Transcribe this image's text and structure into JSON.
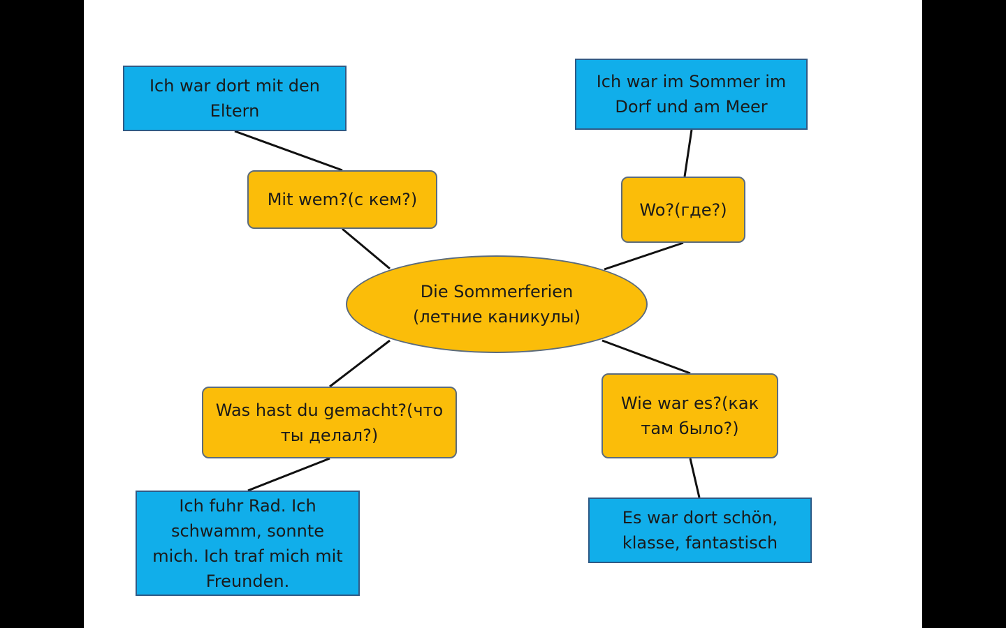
{
  "center": {
    "line1": "Die Sommerferien",
    "line2": "(летние каникулы)"
  },
  "questions": {
    "mit_wem": "Mit wem?(с кем?)",
    "wo": "Wo?(где?)",
    "was_gemacht": "Was hast du gemacht?(что\nты делал?)",
    "wie_war": "Wie war es?(как\nтам было?)"
  },
  "answers": {
    "eltern": "Ich war dort mit den\nEltern",
    "dorf": "Ich war im Sommer im\nDorf und am Meer",
    "rad": "Ich fuhr Rad. Ich\nschwamm, sonnte\nmich. Ich traf mich mit\nFreunden.",
    "schoen": "Es war dort schön,\nklasse, fantastisch"
  },
  "colors": {
    "answer_fill": "#11aeea",
    "question_fill": "#fbbd09",
    "background": "#000000",
    "slide": "#ffffff"
  }
}
